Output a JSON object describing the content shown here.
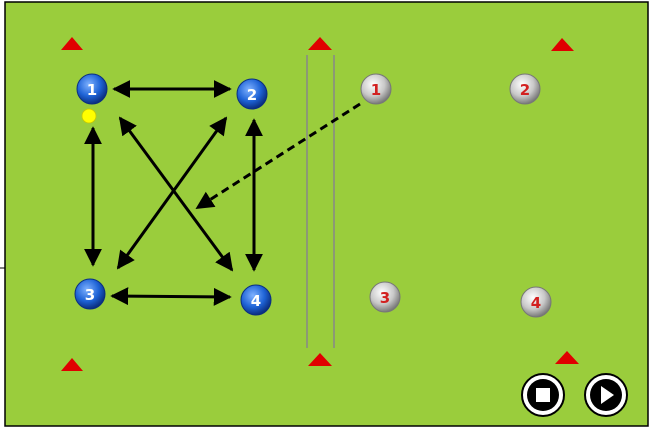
{
  "colors": {
    "field": "#9ACD3C",
    "field_border": "#000000",
    "cone": "#E00000",
    "team_blue": "#1E63D6",
    "team_grey": "#C8C8C8",
    "grey_label": "#D22020",
    "ball": "#FFFF00",
    "arrow": "#000000",
    "divider": "#888888"
  },
  "team_blue": {
    "players": [
      {
        "number": "1"
      },
      {
        "number": "2"
      },
      {
        "number": "3"
      },
      {
        "number": "4"
      }
    ]
  },
  "team_grey": {
    "players": [
      {
        "number": "1"
      },
      {
        "number": "2"
      },
      {
        "number": "3"
      },
      {
        "number": "4"
      }
    ]
  },
  "controls": {
    "stop": "stop-icon",
    "play": "play-icon"
  }
}
